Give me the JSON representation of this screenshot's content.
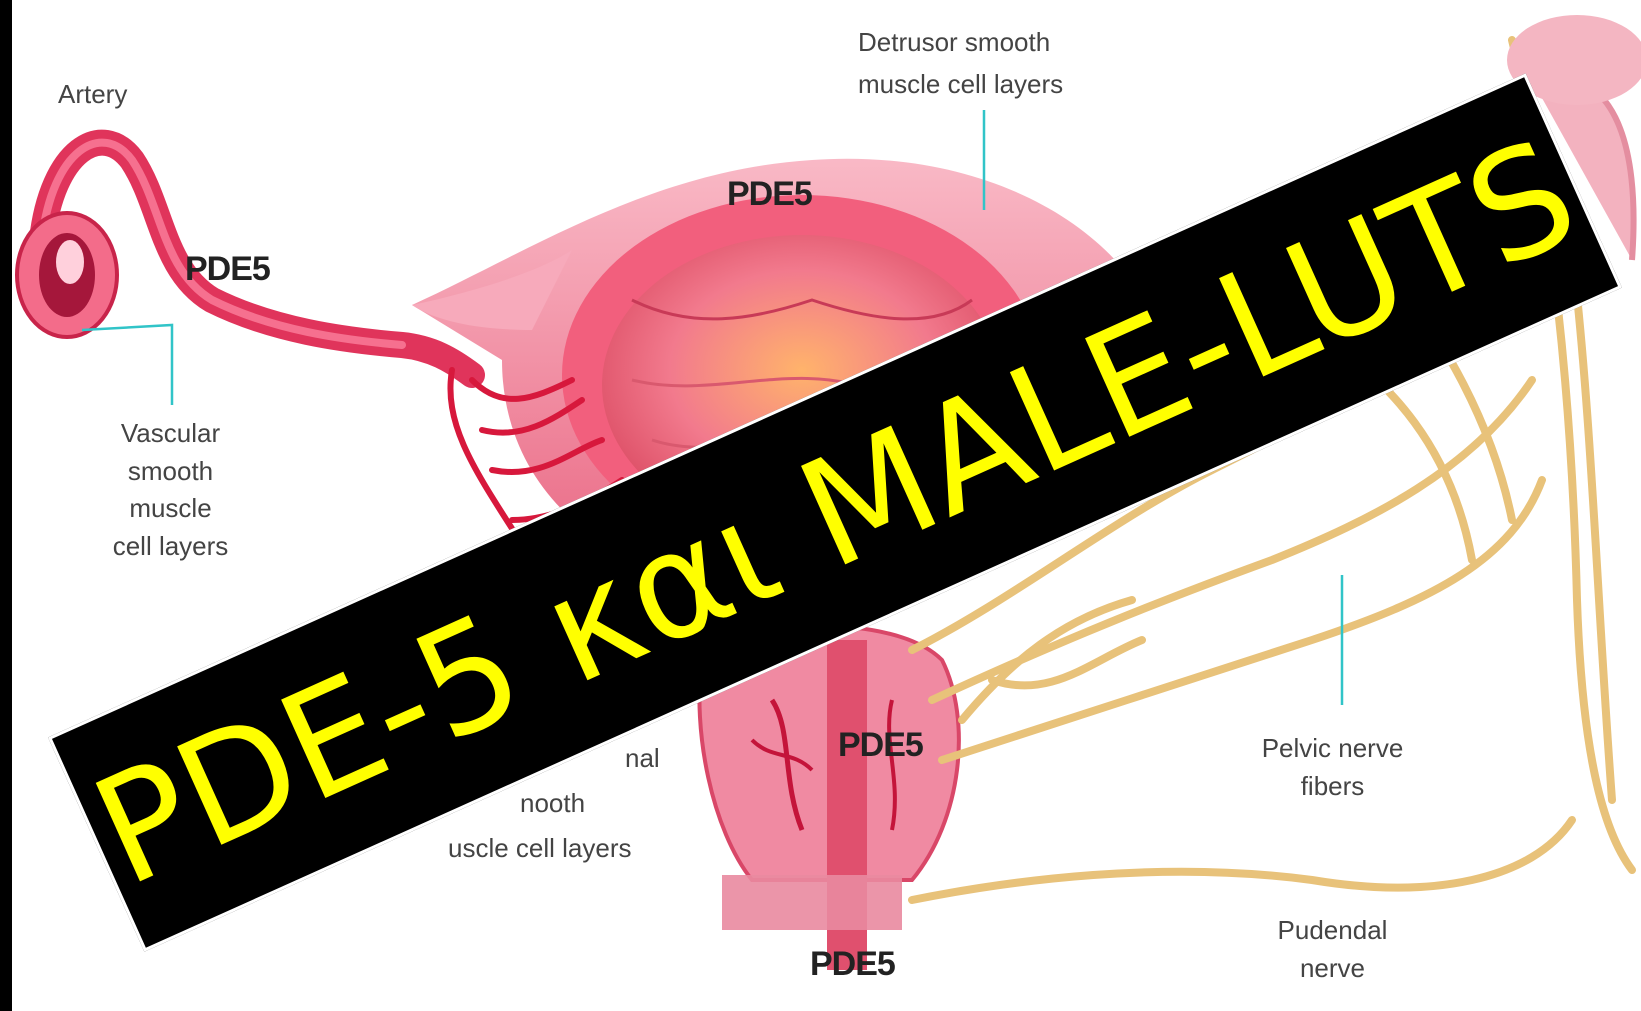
{
  "labels": {
    "artery": "Artery",
    "detrusor_line1": "Detrusor smooth",
    "detrusor_line2": "muscle cell layers",
    "vascular": "Vascular\nsmooth\nmuscle\ncell layers",
    "internal_partial_1": "nal",
    "internal_partial_2": "nooth",
    "internal_partial_3": "uscle cell layers",
    "pelvic": "Pelvic nerve\nfibers",
    "pudendal": "Pudendal\nnerve"
  },
  "pde_labels": {
    "artery": "PDE5",
    "bladder": "PDE5",
    "prostate": "PDE5",
    "urethra": "PDE5"
  },
  "banner": {
    "text": "PDE-5 και MALE-LUTS",
    "text_color": "#ffff00",
    "background": "#000000"
  },
  "colors": {
    "tissue_pink": "#ef7b96",
    "artery_red": "#d7183c",
    "nerve_tan": "#e8c27a",
    "leader_line": "#31c4c8"
  }
}
